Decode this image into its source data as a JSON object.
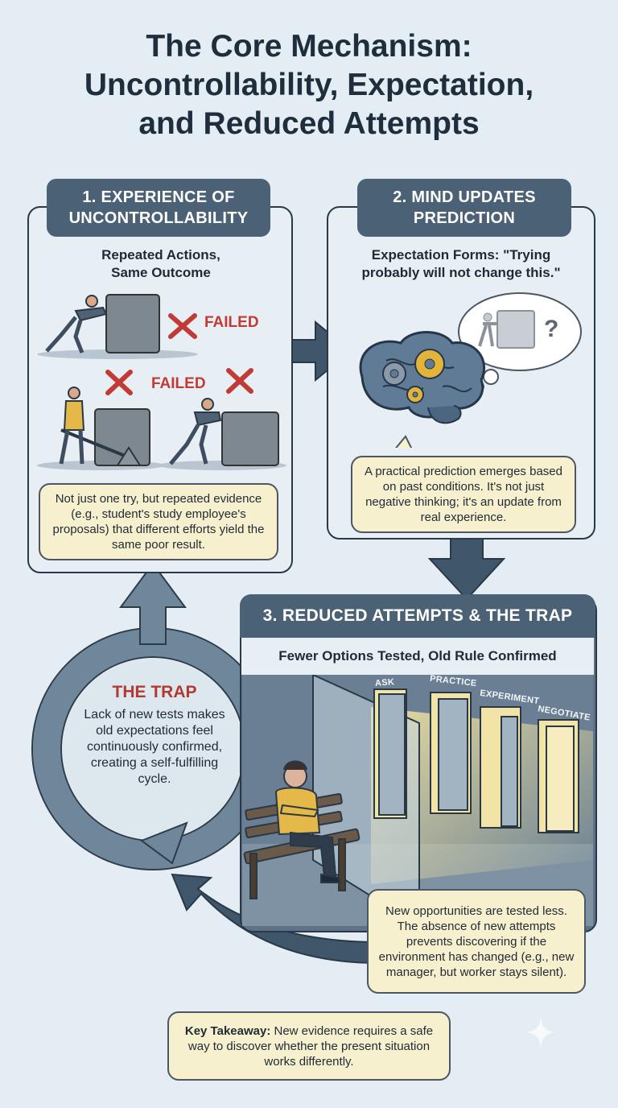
{
  "title": {
    "line1": "The Core Mechanism:",
    "line2": "Uncontrollability, Expectation,",
    "line3": "and Reduced Attempts"
  },
  "step1": {
    "tab_line1": "1. EXPERIENCE OF",
    "tab_line2": "UNCONTROLLABILITY",
    "subhead_line1": "Repeated Actions,",
    "subhead_line2": "Same Outcome",
    "failed_label": "FAILED",
    "callout": "Not just one try, but repeated evidence (e.g., student's study employee's proposals) that different efforts yield the same poor result."
  },
  "step2": {
    "tab_line1": "2. MIND UPDATES",
    "tab_line2": "PREDICTION",
    "subhead_line1": "Expectation Forms: \"Trying",
    "subhead_line2": "probably will not change this.\"",
    "thought_symbol": "?",
    "callout": "A practical prediction emerges based on past conditions. It's not just negative thinking; it's an update from real experience."
  },
  "step3": {
    "tab": "3. REDUCED ATTEMPTS & THE TRAP",
    "subhead": "Fewer Options Tested, Old Rule Confirmed",
    "doors": [
      "ASK",
      "PRACTICE",
      "EXPERIMENT",
      "NEGOTIATE"
    ],
    "callout": "New opportunities are tested less. The absence of new attempts prevents discovering if the environment has changed (e.g., new manager, but worker stays silent)."
  },
  "trap": {
    "title": "THE TRAP",
    "text": "Lack of new tests makes old expectations feel continuously confirmed, creating a self-fulfilling cycle."
  },
  "takeaway": {
    "label": "Key Takeaway:",
    "text": "New evidence requires a safe way to discover whether the present situation works differently."
  },
  "colors": {
    "background": "#e4edf3",
    "tab": "#4a6176",
    "arrow": "#3f566b",
    "failed": "#c23a36",
    "callout": "#f7f0cf",
    "trap_title": "#b23a33"
  }
}
